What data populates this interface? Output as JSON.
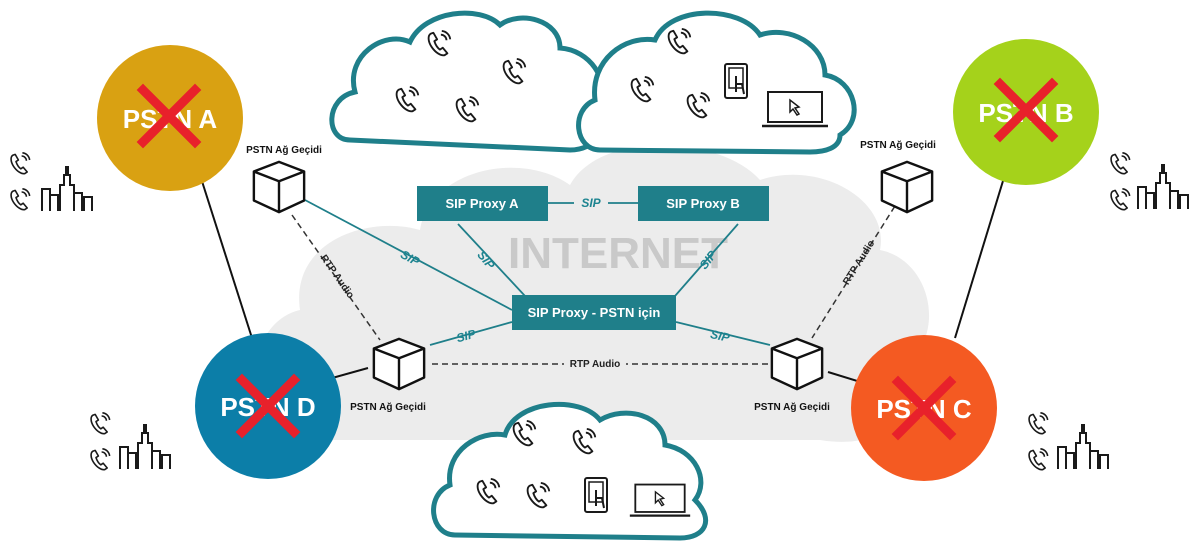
{
  "internet_label": "INTERNET",
  "proxies": {
    "a": "SIP Proxy A",
    "b": "SIP Proxy B",
    "pstn": "SIP Proxy - PSTN için"
  },
  "protocol_labels": {
    "sip": "SIP",
    "rtp_audio": "RTP Audio"
  },
  "gateway_label": "PSTN Ağ Geçidi",
  "pstn_networks": [
    {
      "id": "a",
      "label": "PSTN A",
      "color": "#d9a112"
    },
    {
      "id": "b",
      "label": "PSTN B",
      "color": "#a5d21b"
    },
    {
      "id": "c",
      "label": "PSTN C",
      "color": "#f45a22"
    },
    {
      "id": "d",
      "label": "PSTN D",
      "color": "#0c7ea8"
    }
  ],
  "colors": {
    "teal": "#1f7f8a",
    "cross": "#e8212b",
    "cloud_fill": "#ececec"
  },
  "icons": [
    "phone-icon",
    "tablet-icon",
    "laptop-icon",
    "city-skyline-icon",
    "cross-icon",
    "gateway-box-icon"
  ]
}
